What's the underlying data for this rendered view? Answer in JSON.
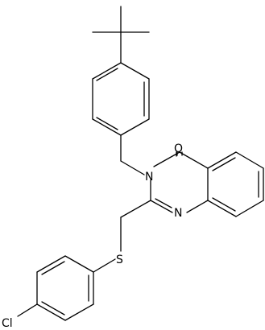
{
  "structure": {
    "atoms": {
      "oxygen": "O",
      "ring_nitrogen_n3": "N",
      "ring_nitrogen_n1": "N",
      "sulfur": "S",
      "chlorine": "Cl"
    },
    "colors": {
      "bond": "#000000",
      "label": "#000000",
      "background": "#ffffff"
    }
  }
}
